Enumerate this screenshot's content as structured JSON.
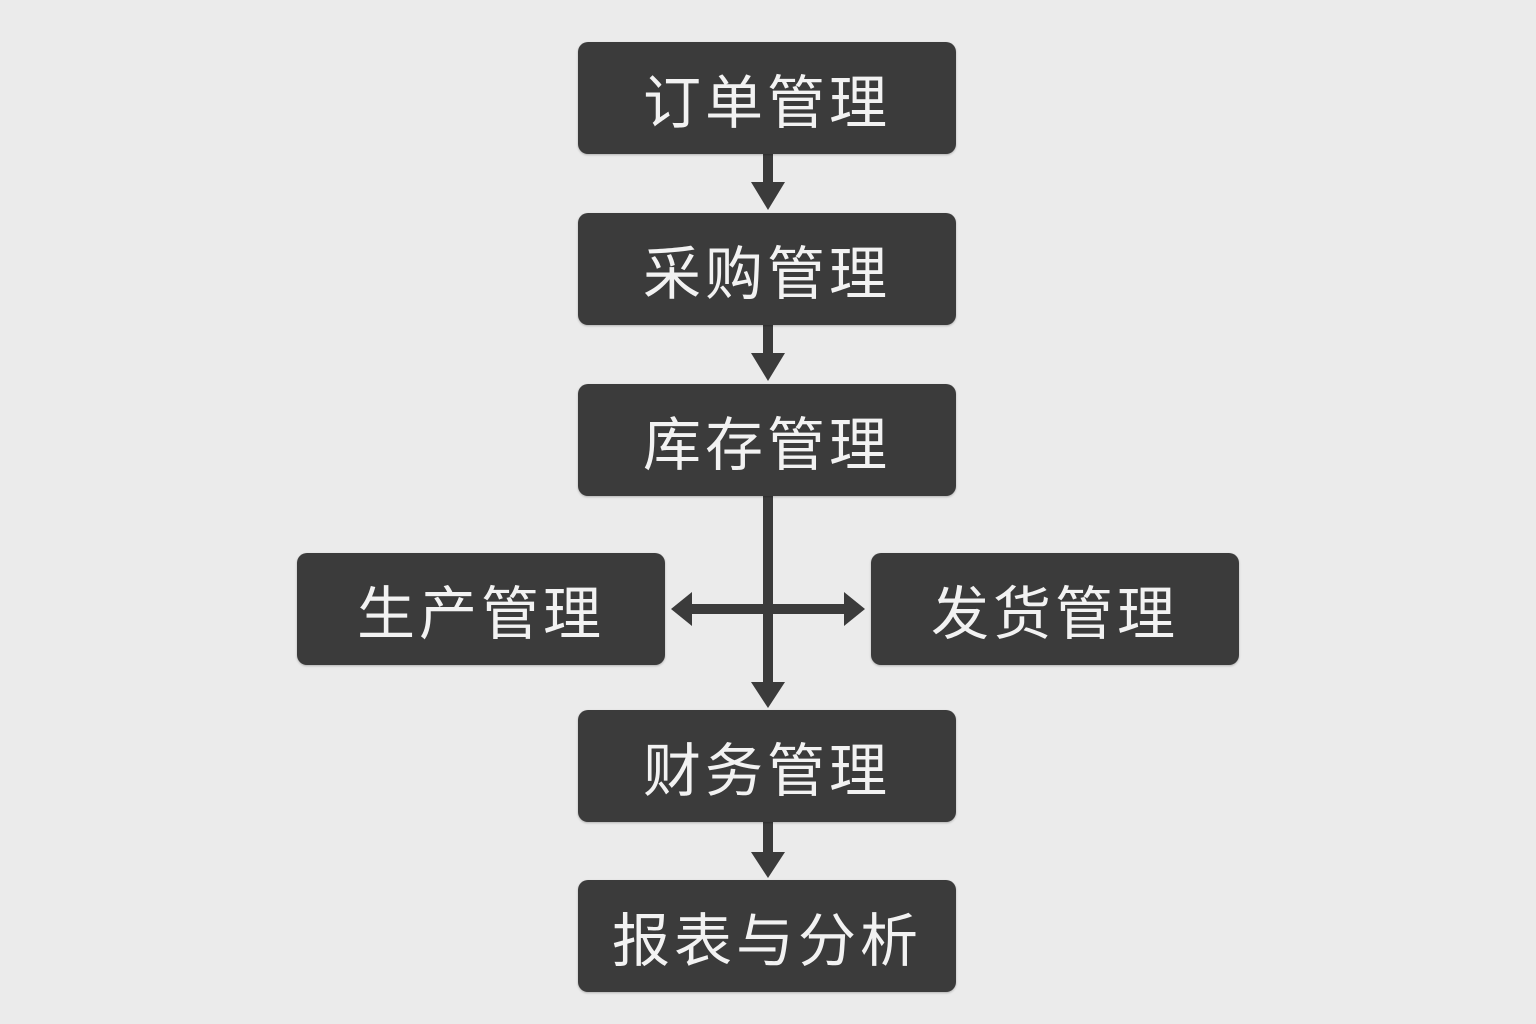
{
  "nodes": {
    "order": "订单管理",
    "purchase": "采购管理",
    "inventory": "库存管理",
    "production": "生产管理",
    "shipping": "发货管理",
    "finance": "财务管理",
    "report": "报表与分析"
  },
  "colors": {
    "box": "#3b3b3b",
    "text": "#f2f2f2",
    "background": "#ebebeb",
    "arrow": "#3b3b3b"
  }
}
